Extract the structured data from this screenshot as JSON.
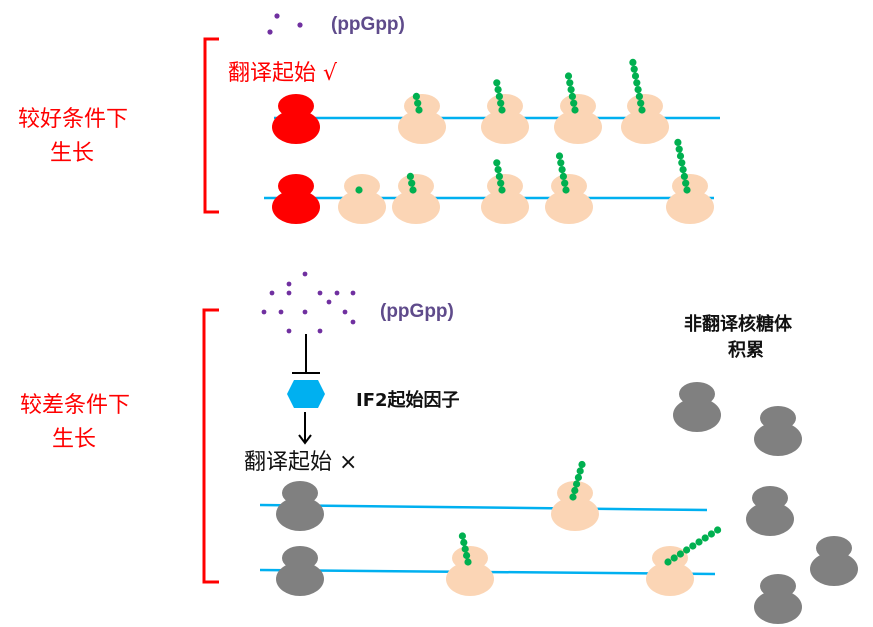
{
  "colors": {
    "condition_label": "#ff0000",
    "bracket": "#ff0000",
    "mrna": "#00b0f0",
    "initiating_ribosome": "#ff0000",
    "translating_ribosome": "#fbd5b5",
    "nascent_peptide": "#00b050",
    "ppgpp": "#7030a0",
    "ppgpp_label": "#5f4b8b",
    "if2": "#00b0f0",
    "inactive_ribosome": "#808080",
    "text_dark": "#111111"
  },
  "top_panel": {
    "condition_label_line1": "较好条件下",
    "condition_label_line2": "生长",
    "ppgpp_label": "(ppGpp)",
    "translation_status": "翻译起始 √",
    "ppgpp_level": "low",
    "rows": [
      {
        "initiating_ribosomes": 1,
        "translating_ribosomes": [
          {
            "peptide_beads": 3
          },
          {
            "peptide_beads": 5
          },
          {
            "peptide_beads": 6
          },
          {
            "peptide_beads": 8
          }
        ]
      },
      {
        "initiating_ribosomes": 1,
        "translating_ribosomes": [
          {
            "peptide_beads": 1
          },
          {
            "peptide_beads": 3
          },
          {
            "peptide_beads": 5
          },
          {
            "peptide_beads": 6
          },
          {
            "peptide_beads": 8
          }
        ]
      }
    ]
  },
  "bottom_panel": {
    "condition_label_line1": "较差条件下",
    "condition_label_line2": "生长",
    "ppgpp_label": "(ppGpp)",
    "ppgpp_level": "high",
    "inhibits_label": "",
    "if2_label": "IF2起始因子",
    "translation_status": "翻译起始 ×",
    "accumulation_label_line1": "非翻译核糖体",
    "accumulation_label_line2": "积累",
    "rows": [
      {
        "stalled_ribosomes": 1,
        "translating_ribosomes": [
          {
            "peptide_beads": 6
          }
        ]
      },
      {
        "stalled_ribosomes": 1,
        "translating_ribosomes": [
          {
            "peptide_beads": 5
          },
          {
            "peptide_beads": 9
          }
        ]
      }
    ],
    "free_inactive_ribosomes": 5
  }
}
